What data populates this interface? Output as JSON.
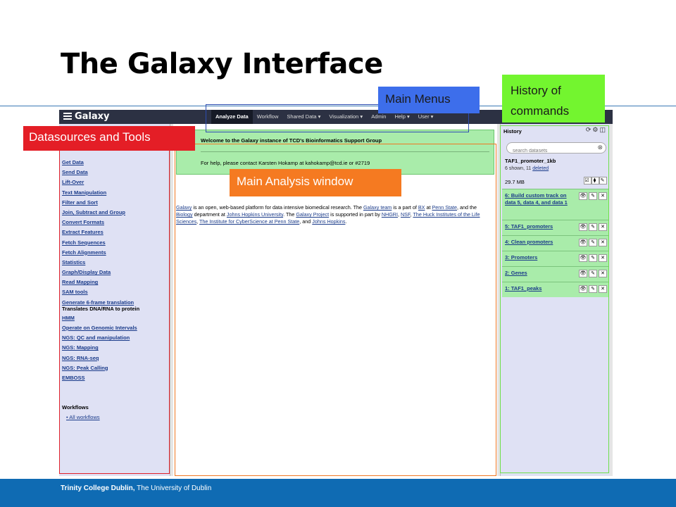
{
  "slide": {
    "title": "The Galaxy Interface",
    "footer_bold": "Trinity College Dublin,",
    "footer_rest": " The University of Dublin"
  },
  "galaxy": {
    "brand": "Galaxy",
    "menu": [
      "Analyze Data",
      "Workflow",
      "Shared Data ▾",
      "Visualization ▾",
      "Admin",
      "Help ▾",
      "User ▾"
    ],
    "tools": [
      "Get Data",
      "Send Data",
      "Lift-Over",
      "Text Manipulation",
      "Filter and Sort",
      "Join, Subtract and Group",
      "Convert Formats",
      "Extract Features",
      "Fetch Sequences",
      "Fetch Alignments",
      "Statistics",
      "Graph/Display Data",
      "Read Mapping",
      "SAM tools",
      "Generate 6-frame translation"
    ],
    "tool_subtext": "Translates DNA/RNA to protein",
    "tools_more": [
      "HMM",
      "Operate on Genomic Intervals",
      "NGS: QC and manipulation",
      "NGS: Mapping",
      "NGS: RNA-seq",
      "NGS: Peak Calling",
      "EMBOSS"
    ],
    "workflows_heading": "Workflows",
    "workflows_link": "All workflows",
    "welcome_title": "Welcome to the Galaxy instance of TCD's Bioinformatics Support Group",
    "welcome_help": "For help, please contact Karsten Hokamp at kahokamp@tcd.ie or #2719",
    "about_parts": {
      "a": "Galaxy",
      "b": " is an open, web-based platform for data intensive biomedical research. The ",
      "c": "Galaxy team",
      "d": " is a part of ",
      "e": "BX",
      "f": " at ",
      "g": "Penn State",
      "h": ", and the ",
      "i": "Biology",
      "j": " department at ",
      "k": "Johns Hopkins University",
      "l": ". The ",
      "m": "Galaxy Project",
      "n": " is supported in part by ",
      "o": "NHGRI",
      "p": ", ",
      "q": "NSF",
      "r": ", ",
      "s": "The Huck Institutes of the Life Sciences",
      "t": ", ",
      "u": "The Institute for CyberScience at Penn State",
      "v": ", and ",
      "w": "Johns Hopkins",
      "x": "."
    },
    "history": {
      "heading": "History",
      "search_placeholder": "search datasets",
      "name": "TAF1_promoter_1kb",
      "shown": "6 shown, 11 ",
      "deleted": "deleted",
      "size": "29.7 MB",
      "datasets": [
        "6: Build custom track on data 5, data 4, and data 1",
        "5: TAF1_promoters",
        "4: Clean promoters",
        "3: Promoters",
        "2: Genes",
        "1: TAF1_peaks"
      ]
    }
  },
  "annotations": {
    "tools": "Datasources and Tools",
    "analysis": "Main Analysis window",
    "menus": "Main Menus",
    "history": "History of commands"
  },
  "colors": {
    "footer": "#0f6bb3",
    "masthead": "#2c3143",
    "panel": "#dfe1f4",
    "dataset_ok": "#a9ecaa",
    "label_red": "#e41e26",
    "label_orange": "#f57a21",
    "label_blue": "#3d6eeb",
    "label_green": "#73f52f"
  },
  "icons": [
    "galaxy-logo-icon",
    "refresh-icon",
    "gear-icon",
    "columns-icon",
    "clear-search-icon",
    "eye-icon",
    "pencil-icon",
    "delete-icon",
    "tag-icon",
    "comment-icon",
    "select-icon"
  ]
}
